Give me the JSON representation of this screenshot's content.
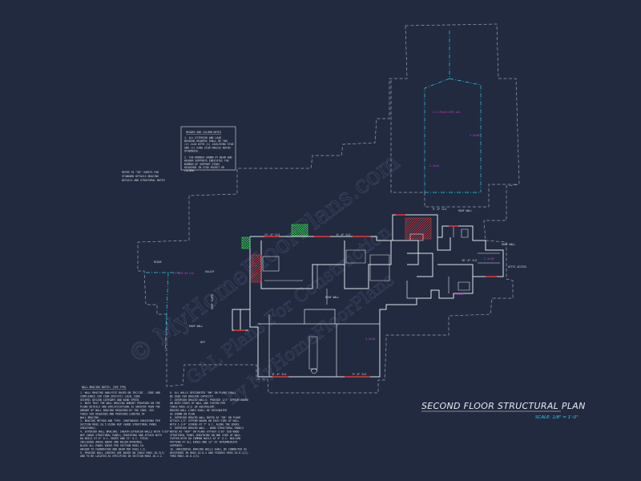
{
  "drawing": {
    "title": "SECOND FLOOR STRUCTURAL PLAN",
    "scale": "SCALE: 1/8\" = 1'-0\"",
    "watermark_lines": [
      "© MyHomeFloorPlans.com",
      "GAL Plans For Construction",
      "by MyHomeFloorPlans"
    ]
  },
  "notes": {
    "header_column": {
      "title": "HEADER AND COLUMN NOTES",
      "lines": [
        "1. ALL EXTERIOR AND LOAD",
        "BEARING HEADERS SHALL BE TWO",
        "(2) 2x10 WITH (1) JACK/KING STUD",
        "AND (1) KING STUD UNLESS NOTED",
        "OTHERWISE.",
        "",
        "2. THE NUMBER SHOWN AT BEAM AND",
        "HEADER SUPPORTS INDICATES THE",
        "NUMBER OF SUPPORT STUDS",
        "REQUIRED IN STUD POCKET OR",
        "COLUMN."
      ]
    },
    "refer": {
      "lines": [
        "REFER TO \"SD\" SHEETS FOR",
        "STANDARD DETAILS BRACING",
        "DETAILS AND STRUCTURAL NOTES"
      ]
    },
    "wall_bracing": {
      "title": "WALL BRACING NOTES: (SEE FPH)",
      "col1": [
        "1.  WALL BRACING ANALYSIS BASED ON IRC/IBC - CODE AND",
        "    COMPLIANCE FOR YOUR SPECIFIC LOCAL CODE",
        "    SEISMIC DESIGN CATEGORY AND WIND SPEED.",
        "2.  NOTE THAT THE WALL BRACING AMOUNT PROVIDED ON THE",
        "    PLANS DETAILS AND SPECIFICATIONS IS GREATER THAN THE",
        "    AMOUNT OF WALL BRACING REQUIRED BY THE CODE. SEE",
        "    TABLE FOR REQUIRED AND PROVIDED LENGTHS OF",
        "    WALL BRACING.",
        "3.  BRACING METHOD AND TYPE: CONTINUOUS SHEATHING PER",
        "    SECTION R602.10.5 USING WSP (WOOD STRUCTURAL PANEL",
        "    SHEATHING).",
        "4.  EXTERIOR WALL BRACING: SHEATH EXTERIOR WALLS WITH 7/16\"",
        "    WSP (WOOD STRUCTURAL PANEL) SHEATHING AND ATTACH WITH",
        "    8d NAILS AT 6\" O.C. EDGES AND 12\" O.C. FIELD.",
        "    INCLUDING AREAS ABOVE AND BELOW OPENINGS.",
        "    BLOCK ALL PANEL EDGES PER SECTION R602.10.",
        "    ANCHOR TO FOUNDATION AND BEAM PER R403.1.6.",
        "5.  PROVIDE WALL LENGTHS ARE BASED ON TABLE R602.10.3(1)",
        "    AND TO BE LOCATED AS SPECIFIED IN SECTION R602.10.2.2."
      ],
      "col2": [
        "6.  ALL WALLS DESIGNATED \"BW\" ON PLANS SHALL",
        "    BE USED FOR BRACING CAPACITY.",
        "7.  INTERIOR BRACED WALLS: PROVIDE 1/2\" GYPSUM BOARD",
        "    ON BOTH SIDES OF WALL AND FASTEN PER",
        "    TABLE R602.3(1) OR EQUIVALENT.",
        "    BRACED WALL LINES SHALL BE DESIGNATED",
        "    AS SHOWN ON PLAN.",
        "8.  INTERIOR BRACED WALL NOTED AS \"GB\" ON PLANS",
        "    ATTACH 1/2\" GYPSUM BOARD ON EACH SIDE OF WALL",
        "    WITH 1-1/4\" SCREWS AT 7\" O.C. ALONG THE EDGES",
        "9.  INTERIOR BRACED WALL - WOOD STRUCTURAL PANELS",
        "    NOTED AS \"WSP\" ON PLANS ATTACH 7/16\" OSB WOOD",
        "    STRUCTURAL PANEL SHEATHING ON ONE SIDE OF WALL.",
        "    FASTEN WITH 8d COMMON NAILS AT 6\" O.C. NAILING",
        "    PATTERN AT ALL EDGES AND 12\" AT INTERMEDIATE",
        "    SUPPORTS.",
        "10. HORIZONTAL BRACING WALLS SHALL BE CONNECTED AS",
        "    DESCRIBED IN R602.10.8.2 AND FIGURES R602.10.8.2(1)",
        "    THRU R602.10.8.2(3)."
      ]
    }
  },
  "labels": {
    "roof_slope": "ROOF SLOPE",
    "ridge": "RIDGE",
    "valley": "VALLEY",
    "hip": "HIP",
    "attic": "ATTIC ACCESS",
    "beam_pink": [
      "2-1.75x11.875 LVL",
      "2-2x10",
      "2-2x12",
      "1.75x9.25 LVL",
      "3-2x10"
    ],
    "dims": [
      "11'-6\" CLG",
      "8'-0\" CLG",
      "9'-0\" CLG",
      "10'-0\" CLG"
    ],
    "roof_notes": [
      "ROOF WALL",
      "ROOF WALL",
      "ROOF WALL",
      "ROOF WALL"
    ]
  },
  "colors": {
    "background": "#222a3f",
    "linework": "#dfe2ea",
    "dashed": "#9aa1b3",
    "beam": "#e33bd6",
    "ridge": "#29d0e8",
    "hatch": "#2fd04a",
    "stair": "#e23a3a"
  }
}
